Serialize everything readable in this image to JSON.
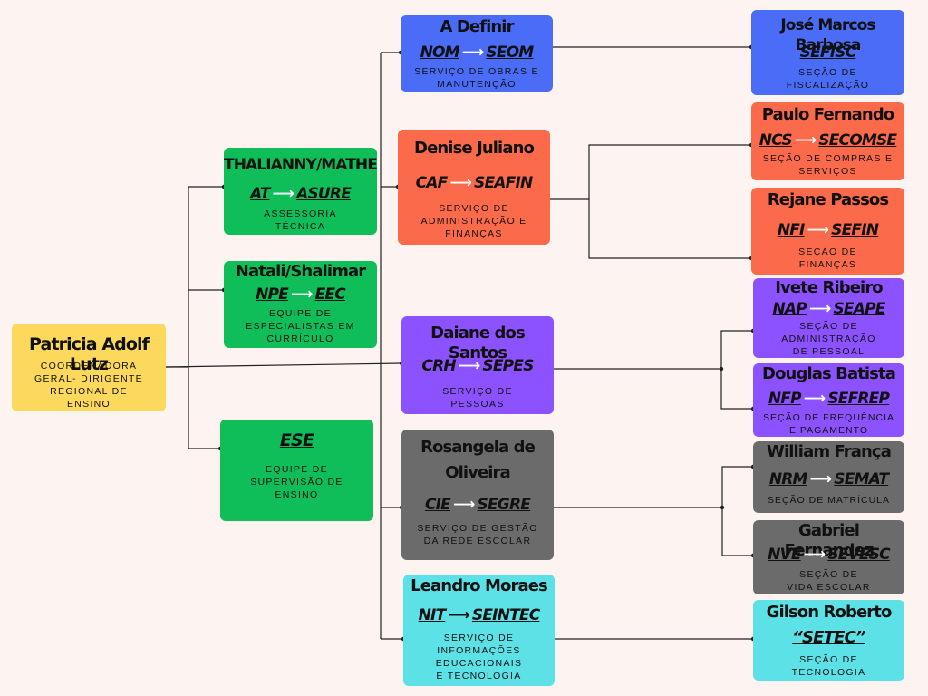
{
  "colors": {
    "background": "#fdf3f0",
    "yellow": "#fcd95c",
    "green": "#0fbd59",
    "blue": "#4a6cf7",
    "orange": "#fb6a4b",
    "purple": "#8c52ff",
    "gray": "#6b6b6b",
    "cyan": "#5ce1e6",
    "line": "#222222"
  },
  "icons": {
    "arrow": "right-arrow-icon",
    "junction": "connector-dot-icon"
  },
  "nodes": {
    "root": {
      "name": "Patricia Adolf Lutz",
      "desc": "COORDENADORA\nGERAL- DIRIGENTE\nREGIONAL DE\nENSINO"
    },
    "at": {
      "name": "THALIANNY/MATHEUS",
      "code_from": "AT",
      "arrow": "⟶",
      "code_to": "ASURE",
      "desc": "ASSESSORIA\nTÉCNICA"
    },
    "npe": {
      "name": "Natali/Shalimar",
      "code_from": "NPE",
      "arrow": "⟶",
      "code_to": "EEC",
      "desc": "EQUIPE DE\nESPECIALISTAS EM\nCURRÍCULO"
    },
    "ese": {
      "code": "ESE",
      "desc": "EQUIPE DE\nSUPERVISÃO DE\nENSINO"
    },
    "nom": {
      "name": "A Definir",
      "code_from": "NOM",
      "arrow": "⟶",
      "code_to": "SEOM",
      "desc": "SERVIÇO DE OBRAS E\nMANUTENÇÃO"
    },
    "caf": {
      "name": "Denise Juliano",
      "code_from": "CAF",
      "arrow": "⟶",
      "code_to": "SEAFIN",
      "desc": "SERVIÇO DE\nADMINISTRAÇÃO E\nFINANÇAS"
    },
    "crh": {
      "name": "Daiane dos Santos",
      "code_from": "CRH",
      "arrow": "⟶",
      "code_to": "SEPES",
      "desc": "SERVIÇO DE\nPESSOAS"
    },
    "cie": {
      "name": "Rosangela de\nOliveira",
      "code_from": "CIE",
      "arrow": "⟶",
      "code_to": "SEGRE",
      "desc": "SERVIÇO DE GESTÃO\nDA REDE ESCOLAR"
    },
    "nit": {
      "name": "Leandro Moraes",
      "code_from": "NIT",
      "arrow": "⟶",
      "code_to": "SEINTEC",
      "desc": "SERVIÇO DE\nINFORMAÇÕES\nEDUCACIONAIS\nE TECNOLOGIA"
    },
    "sefisc": {
      "name": "José Marcos Barbosa",
      "code": "SEFISC",
      "desc": "SEÇÃO DE\nFISCALIZAÇÃO"
    },
    "ncs": {
      "name": "Paulo Fernando",
      "code_from": "NCS",
      "arrow": "⟶",
      "code_to": "SECOMSE",
      "desc": "SEÇÃO DE COMPRAS E\nSERVIÇOS"
    },
    "nfi": {
      "name": "Rejane Passos",
      "code_from": "NFI",
      "arrow": "⟶",
      "code_to": "SEFIN",
      "desc": "SEÇÃO DE\nFINANÇAS"
    },
    "nap": {
      "name": "Ivete Ribeiro",
      "code_from": "NAP",
      "arrow": "⟶",
      "code_to": "SEAPE",
      "desc": "SEÇÃO DE\nADMINISTRAÇÃO\nDE PESSOAL"
    },
    "nfp": {
      "name": "Douglas Batista",
      "code_from": "NFP",
      "arrow": "⟶",
      "code_to": "SEFREP",
      "desc": "SEÇÃO DE FREQUÊNCIA\nE PAGAMENTO"
    },
    "nrm": {
      "name": "William França",
      "code_from": "NRM",
      "arrow": "⟶",
      "code_to": "SEMAT",
      "desc": "SEÇÃO DE MATRÍCULA"
    },
    "nve": {
      "name": "Gabriel Fernandez",
      "code_from": "NVE",
      "arrow": "⟶",
      "code_to": "SEVESC",
      "desc": "SEÇÃO DE\nVIDA ESCOLAR"
    },
    "setec": {
      "name": "Gilson Roberto",
      "code": "“SETEC”",
      "desc": "SEÇÃO DE\nTECNOLOGIA"
    }
  }
}
